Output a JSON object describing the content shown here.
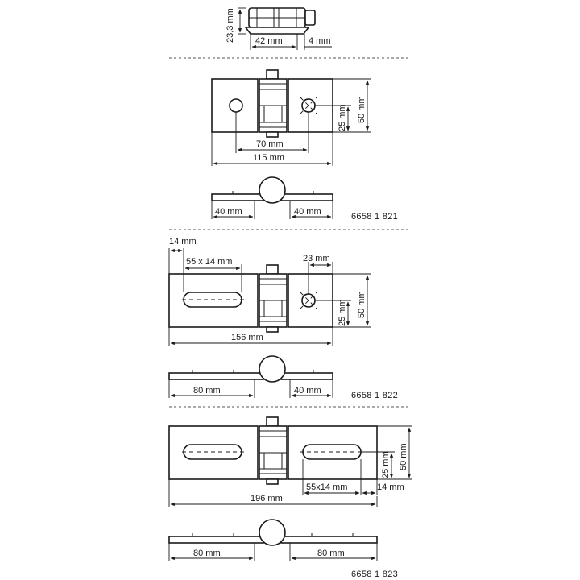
{
  "top_view": {
    "height": "23,3 mm",
    "width": "42 mm",
    "extra": "4 mm"
  },
  "hinge_821": {
    "hole_spacing": "70 mm",
    "hole_offset": "25 mm",
    "height": "50 mm",
    "length": "115 mm",
    "left_leaf": "40 mm",
    "right_leaf": "40 mm",
    "code": "6658 1 821"
  },
  "hinge_822": {
    "edge_offset": "14 mm",
    "slot": "55 x 14 mm",
    "hole_offset_top": "23 mm",
    "hole_offset": "25 mm",
    "height": "50 mm",
    "length": "156 mm",
    "left_leaf": "80 mm",
    "right_leaf": "40 mm",
    "code": "6658 1 822"
  },
  "hinge_823": {
    "hole_offset": "25 mm",
    "height": "50 mm",
    "slot": "55x14 mm",
    "edge_offset": "14 mm",
    "length": "196 mm",
    "left_leaf": "80 mm",
    "right_leaf": "80 mm",
    "code": "6658 1 823"
  }
}
